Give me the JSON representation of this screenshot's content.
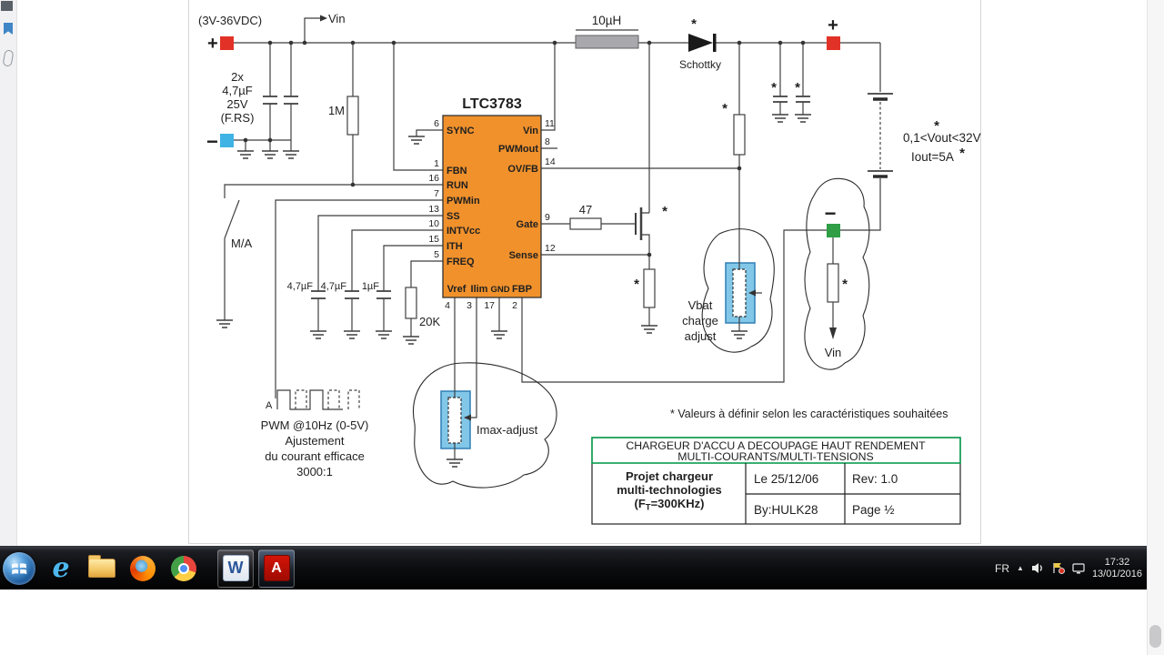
{
  "viewer": {
    "sidebar": {
      "icons": [
        "document-icon",
        "bookmarks-icon",
        "attachment-icon"
      ]
    }
  },
  "taskbar": {
    "apps": [
      {
        "name": "internet-explorer",
        "glyph": "e"
      },
      {
        "name": "windows-explorer",
        "glyph": ""
      },
      {
        "name": "firefox",
        "glyph": ""
      },
      {
        "name": "chrome",
        "glyph": ""
      },
      {
        "name": "word",
        "glyph": "W"
      },
      {
        "name": "adobe-reader",
        "glyph": "A"
      }
    ],
    "tray": {
      "language": "FR",
      "expand": "▲",
      "time": "17:32",
      "date": "13/01/2016"
    }
  },
  "schematic": {
    "input": {
      "range": "(3V-36VDC)",
      "vin_top": "Vin",
      "plus": "+",
      "minus": "−",
      "cap_l1": "2x",
      "cap_l2": "4,7µF",
      "cap_l3": "25V",
      "cap_l4": "(F.RS)",
      "r1m": "1M",
      "switch_label": "M/A"
    },
    "ic": {
      "title": "LTC3783",
      "left_pins": [
        {
          "num": "6",
          "name": "SYNC"
        },
        {
          "num": "1",
          "name": "FBN"
        },
        {
          "num": "16",
          "name": "RUN"
        },
        {
          "num": "7",
          "name": "PWMin"
        },
        {
          "num": "13",
          "name": "SS"
        },
        {
          "num": "10",
          "name": "INTVcc"
        },
        {
          "num": "15",
          "name": "ITH"
        },
        {
          "num": "5",
          "name": "FREQ"
        }
      ],
      "right_pins": [
        {
          "num": "11",
          "name": "Vin"
        },
        {
          "num": "8",
          "name": "PWMout"
        },
        {
          "num": "14",
          "name": "OV/FB"
        },
        {
          "num": "9",
          "name": "Gate"
        },
        {
          "num": "12",
          "name": "Sense"
        }
      ],
      "bottom_pins": [
        {
          "num": "4",
          "name": "Vref"
        },
        {
          "num": "3",
          "name": "Ilim"
        },
        {
          "num": "17",
          "name": "GND"
        },
        {
          "num": "2",
          "name": "FBP"
        }
      ]
    },
    "power": {
      "inductor": "10µH",
      "diode": "Schottky",
      "gate_res": "47",
      "out_plus": "+",
      "out_minus": "−",
      "vout": "0,1<Vout<32V",
      "iout": "Iout=5A",
      "vin_return": "Vin"
    },
    "rc": {
      "c1": "4,7µF",
      "c2": "4,7µF",
      "c3": "1µF",
      "r20k": "20K"
    },
    "pots": {
      "vbat_l1": "Vbat",
      "vbat_l2": "charge",
      "vbat_l3": "adjust",
      "imax": "Imax-adjust"
    },
    "pwm": {
      "a": "A",
      "l1": "PWM @10Hz (0-5V)",
      "l2": "Ajustement",
      "l3": "du courant efficace",
      "l4": "3000:1"
    },
    "note": "* Valeurs à définir selon les caractéristiques souhaitées",
    "asterisk": "*",
    "titleblock": {
      "header1": "CHARGEUR D'ACCU A DECOUPAGE HAUT RENDEMENT",
      "header2": "MULTI-COURANTS/MULTI-TENSIONS",
      "project1": "Projet chargeur",
      "project2": "multi-technologies",
      "project3_pre": "(F",
      "project3_sub": "T",
      "project3_post": "=300KHz)",
      "date": "Le 25/12/06",
      "rev": "Rev: 1.0",
      "by": "By:HULK28",
      "page": "Page ½"
    }
  }
}
